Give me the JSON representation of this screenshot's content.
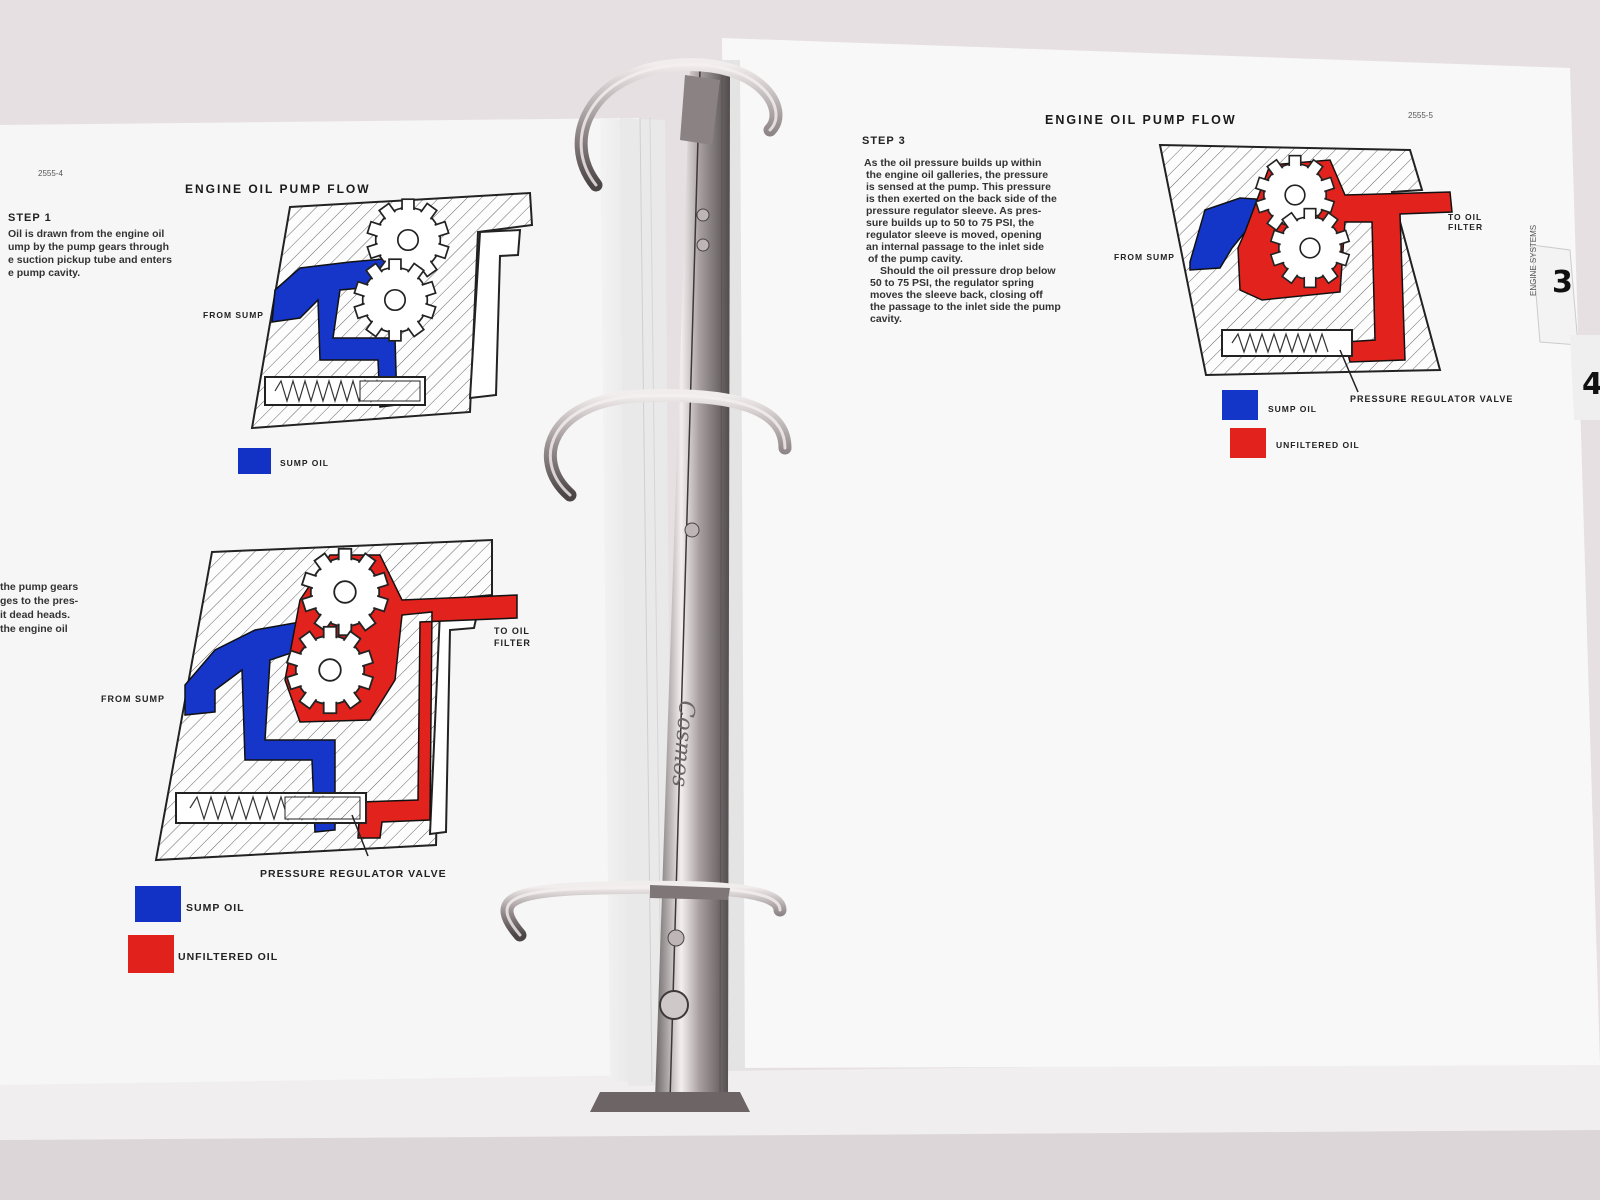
{
  "left_page": {
    "page_number": "2555-4",
    "title": "ENGINE OIL PUMP FLOW",
    "step1": {
      "heading": "STEP 1",
      "lines": [
        "Oil is drawn from the engine oil",
        "ump by the pump gears through",
        "e suction pickup tube and enters",
        "e pump cavity."
      ]
    },
    "step2": {
      "lines": [
        "the pump gears",
        "ges to the pres-",
        "it dead heads.",
        "the engine oil"
      ]
    },
    "diagram1": {
      "from_sump": "FROM SUMP",
      "legend": [
        {
          "label": "SUMP OIL",
          "color": "#1132c4"
        }
      ]
    },
    "diagram2": {
      "from_sump": "FROM SUMP",
      "to_oil_filter_1": "TO OIL",
      "to_oil_filter_2": "FILTER",
      "valve": "PRESSURE REGULATOR VALVE",
      "legend": [
        {
          "label": "SUMP OIL",
          "color": "#1132c4"
        },
        {
          "label": "UNFILTERED OIL",
          "color": "#e0211c"
        }
      ]
    }
  },
  "right_page": {
    "page_number": "2555-5",
    "title": "ENGINE OIL PUMP FLOW",
    "step3": {
      "heading": "STEP 3",
      "lines": [
        "As the oil pressure builds up within",
        "the engine oil galleries, the pressure",
        "is sensed at the pump. This pressure",
        "is then exerted on the back side of the",
        "pressure regulator sleeve. As pres-",
        "sure builds up to 50 to 75 PSI, the",
        "regulator sleeve is moved, opening",
        "an internal passage to the inlet side",
        "of the pump cavity.",
        "Should the oil pressure drop below",
        "50 to 75 PSI, the regulator spring",
        "moves the sleeve back, closing off",
        "the passage to the inlet side the pump",
        "cavity."
      ]
    },
    "diagram3": {
      "from_sump": "FROM SUMP",
      "to_oil_filter_1": "TO OIL",
      "to_oil_filter_2": "FILTER",
      "valve": "PRESSURE REGULATOR VALVE",
      "legend": [
        {
          "label": "SUMP OIL",
          "color": "#1336c8"
        },
        {
          "label": "UNFILTERED OIL",
          "color": "#e2231d"
        }
      ]
    },
    "tabs": [
      {
        "number": "3",
        "small_text": "ENGINE SYSTEMS"
      },
      {
        "number": "4"
      }
    ]
  },
  "binder": {
    "brand": "Cosmos"
  }
}
